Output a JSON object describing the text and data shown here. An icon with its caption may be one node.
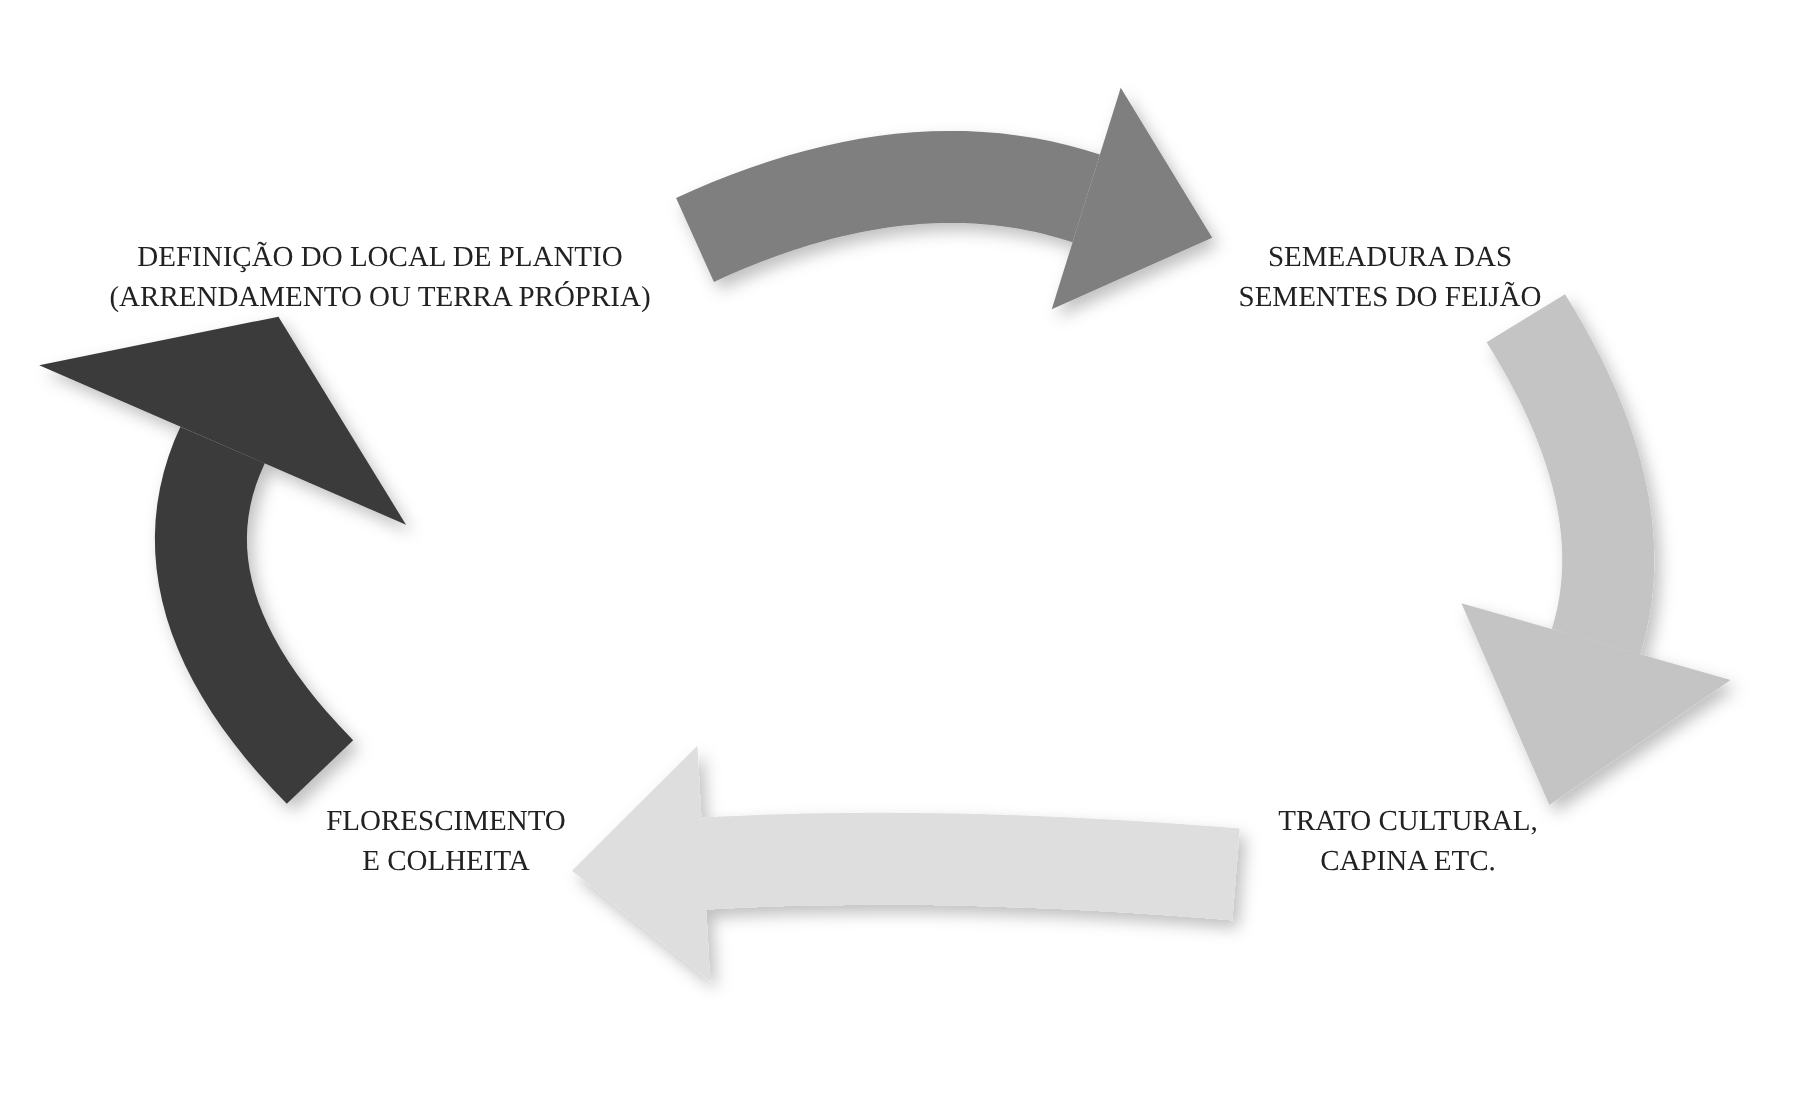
{
  "diagram": {
    "nodes": [
      {
        "text": [
          "DEFINIÇÃO DO LOCAL DE PLANTIO (ARRENDAMENTO OU TERRA PRÓPRIA)"
        ]
      },
      {
        "text": [
          "SEMEADURA DAS SEMENTES DO FEIJÃO"
        ]
      },
      {
        "text": [
          "TRATO CULTURAL, CAPINA ETC."
        ]
      },
      {
        "text": [
          "FLORESCIMENTO E COLHEITA"
        ]
      }
    ],
    "edges": [
      {
        "from": 0,
        "to": 1,
        "arrow": "to",
        "color": "#7f7f7f"
      },
      {
        "from": 1,
        "to": 2,
        "arrow": "to",
        "color": "#c4c4c4"
      },
      {
        "from": 2,
        "to": 3,
        "arrow": "to",
        "color": "#dedede"
      },
      {
        "from": 3,
        "to": 0,
        "arrow": "to",
        "color": "#3a3a3a"
      }
    ]
  }
}
